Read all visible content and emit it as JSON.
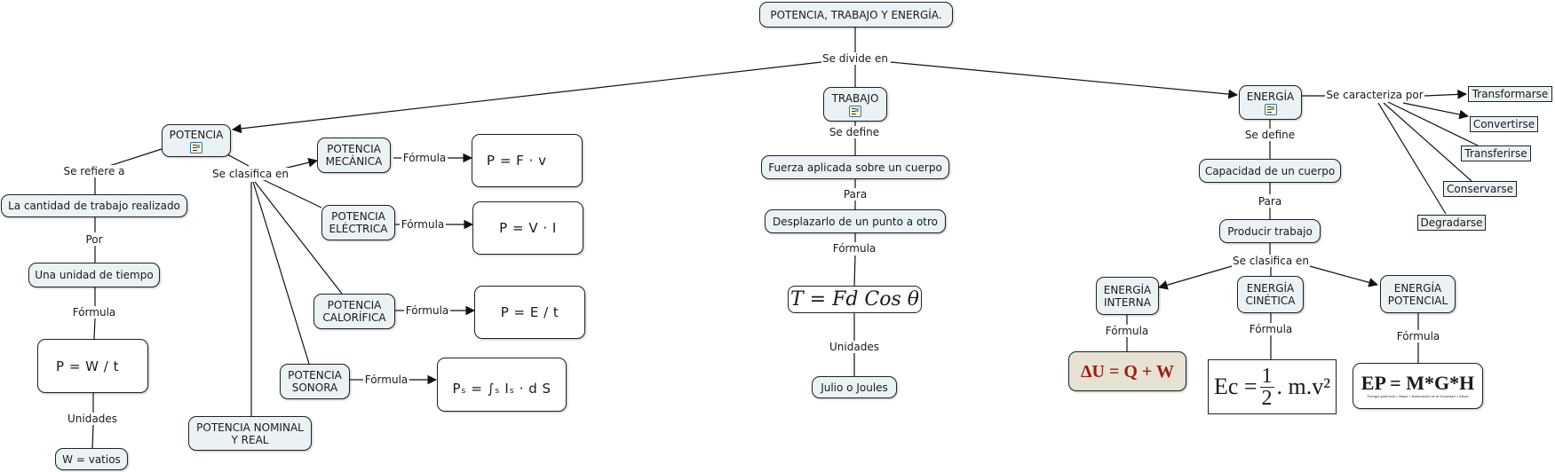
{
  "root": {
    "label": "POTENCIA, TRABAJO Y ENERGÍA.",
    "link": "Se divide en"
  },
  "potencia": {
    "label": "POTENCIA",
    "icon": "document-icon",
    "refers_link": "Se refiere a",
    "refers": "La cantidad de trabajo realizado",
    "por_link": "Por",
    "unit_time": "Una unidad de tiempo",
    "formula_link": "Fórmula",
    "formula": "P = W / t",
    "units_link": "Unidades",
    "units": "W = vatios",
    "classifies_link": "Se clasifica en",
    "types": [
      {
        "label": "POTENCIA MECÁNICA",
        "line1": "POTENCIA",
        "line2": "MECÁNICA",
        "link": "Fórmula",
        "formula": "P = F · v"
      },
      {
        "label": "POTENCIA ELÉCTRICA",
        "line1": "POTENCIA",
        "line2": "ELÉCTRICA",
        "link": "Fórmula",
        "formula": "P = V · I"
      },
      {
        "label": "POTENCIA CALORÍFICA",
        "line1": "POTENCIA",
        "line2": "CALORÍFICA",
        "link": "Fórmula",
        "formula": "P = E / t"
      },
      {
        "label": "POTENCIA SONORA",
        "line1": "POTENCIA",
        "line2": "SONORA",
        "link": "Fórmula",
        "formula": "Pₛ = ∫ₛ Iₛ · d S"
      },
      {
        "label": "POTENCIA NOMINAL Y REAL",
        "line1": "POTENCIA NOMINAL",
        "line2": "Y REAL"
      }
    ]
  },
  "trabajo": {
    "label": "TRABAJO",
    "icon": "document-icon",
    "define_link": "Se define",
    "definition": "Fuerza aplicada sobre un cuerpo",
    "para_link": "Para",
    "purpose": "Desplazarlo de un punto a otro",
    "formula_link": "Fórmula",
    "formula": "T = Fd Cos θ",
    "units_link": "Unidades",
    "units": "Julio o Joules"
  },
  "energia": {
    "label": "ENERGÍA",
    "icon": "document-icon",
    "characterized_link": "Se caracteriza por",
    "characteristics": [
      "Transformarse",
      "Convertirse",
      "Transferirse",
      "Conservarse",
      "Degradarse"
    ],
    "define_link": "Se define",
    "definition": "Capacidad de un cuerpo",
    "para_link": "Para",
    "purpose": "Producir trabajo",
    "classifies_link": "Se clasifica en",
    "types": [
      {
        "line1": "ENERGÍA",
        "line2": "INTERNA",
        "link": "Fórmula",
        "formula": "ΔU = Q + W"
      },
      {
        "line1": "ENERGÍA",
        "line2": "CINÉTICA",
        "link": "Fórmula",
        "formula_lhs": "Ec =",
        "formula_num": "1",
        "formula_den": "2",
        "formula_rhs": ". m.v²"
      },
      {
        "line1": "ENERGÍA",
        "line2": "POTENCIAL",
        "link": "Fórmula",
        "formula": "EP = M*G*H",
        "caption": "Energía potencial = Masa × Aceleración de la Gravedad × Altura"
      }
    ]
  }
}
